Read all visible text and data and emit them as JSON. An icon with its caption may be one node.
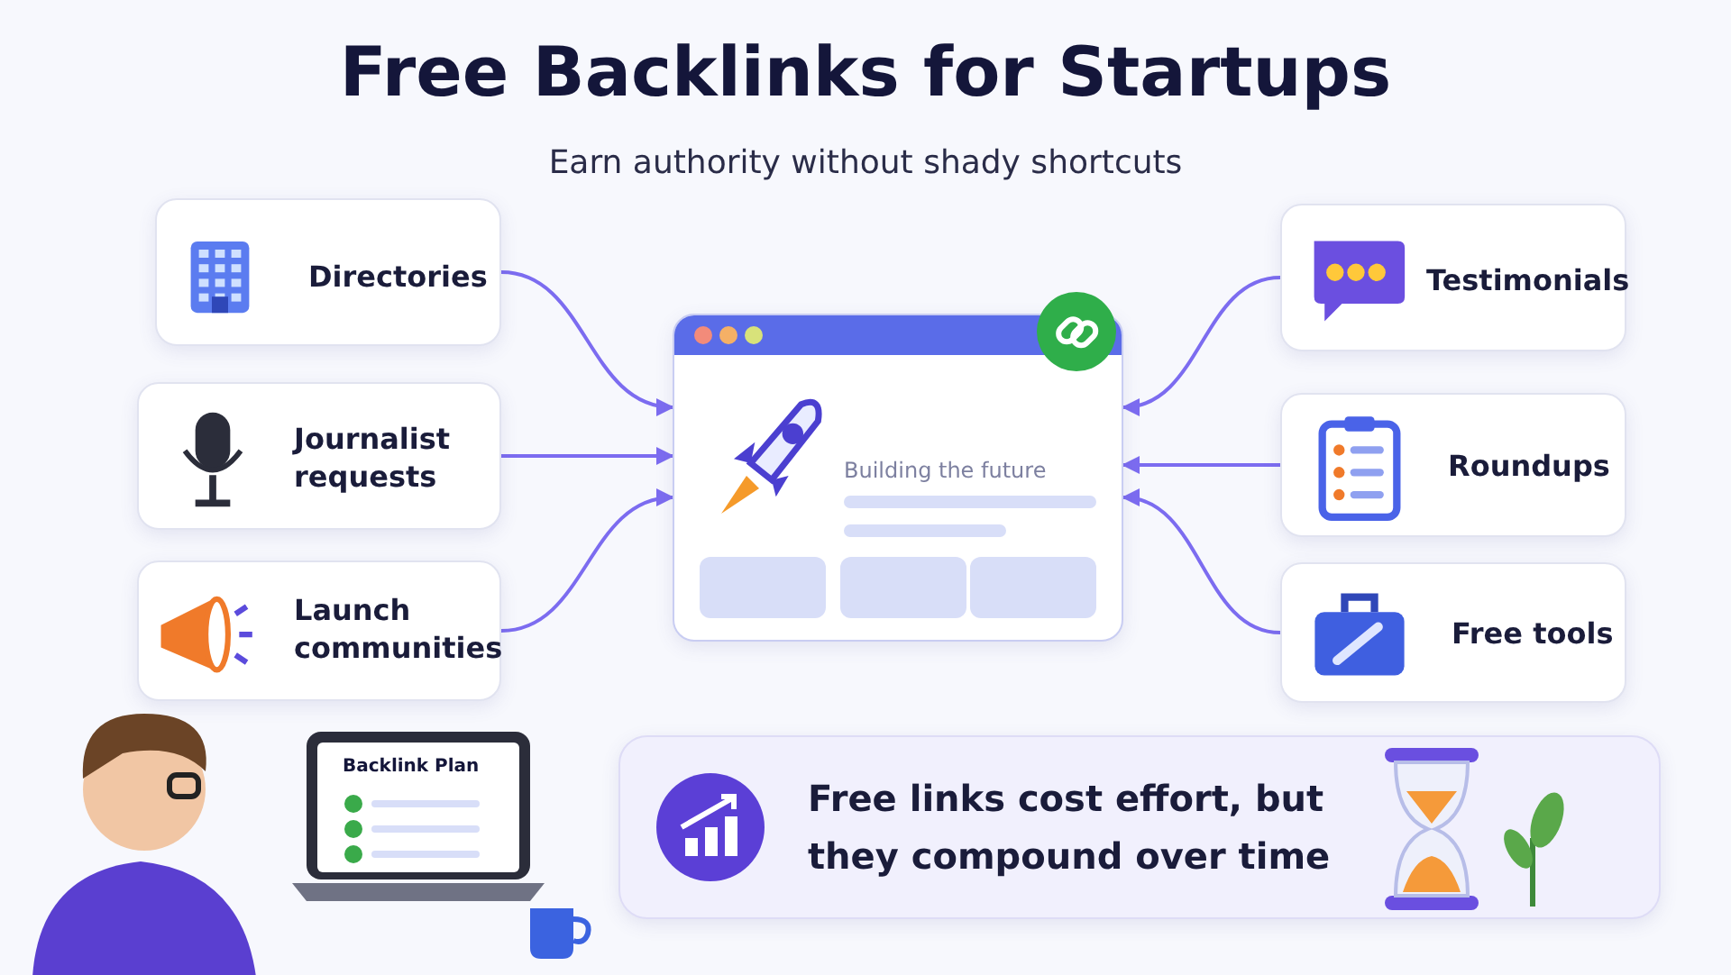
{
  "diagram": {
    "title": "Free Backlinks for Startups",
    "caption": "Earn authority without shady shortcuts",
    "nodes": [
      {
        "text": [
          "Directories"
        ]
      },
      {
        "text": [
          "Journalist requests"
        ]
      },
      {
        "text": [
          "Launch communities"
        ]
      },
      {
        "text": [
          "Building the future"
        ]
      },
      {
        "text": [
          "Testimonials"
        ]
      },
      {
        "text": [
          "Roundups"
        ]
      },
      {
        "text": [
          "Free tools"
        ]
      },
      {
        "text": [
          "Free links cost effort, but they compound over time"
        ]
      }
    ],
    "edges": [
      {
        "from": 0,
        "to": 3,
        "arrow": "to"
      },
      {
        "from": 1,
        "to": 3,
        "arrow": "to"
      },
      {
        "from": 2,
        "to": 3,
        "arrow": "to"
      },
      {
        "from": 4,
        "to": 3,
        "arrow": "to"
      },
      {
        "from": 5,
        "to": 3,
        "arrow": "to"
      },
      {
        "from": 6,
        "to": 3,
        "arrow": "to"
      }
    ],
    "labels": [
      "Backlink Plan"
    ]
  }
}
